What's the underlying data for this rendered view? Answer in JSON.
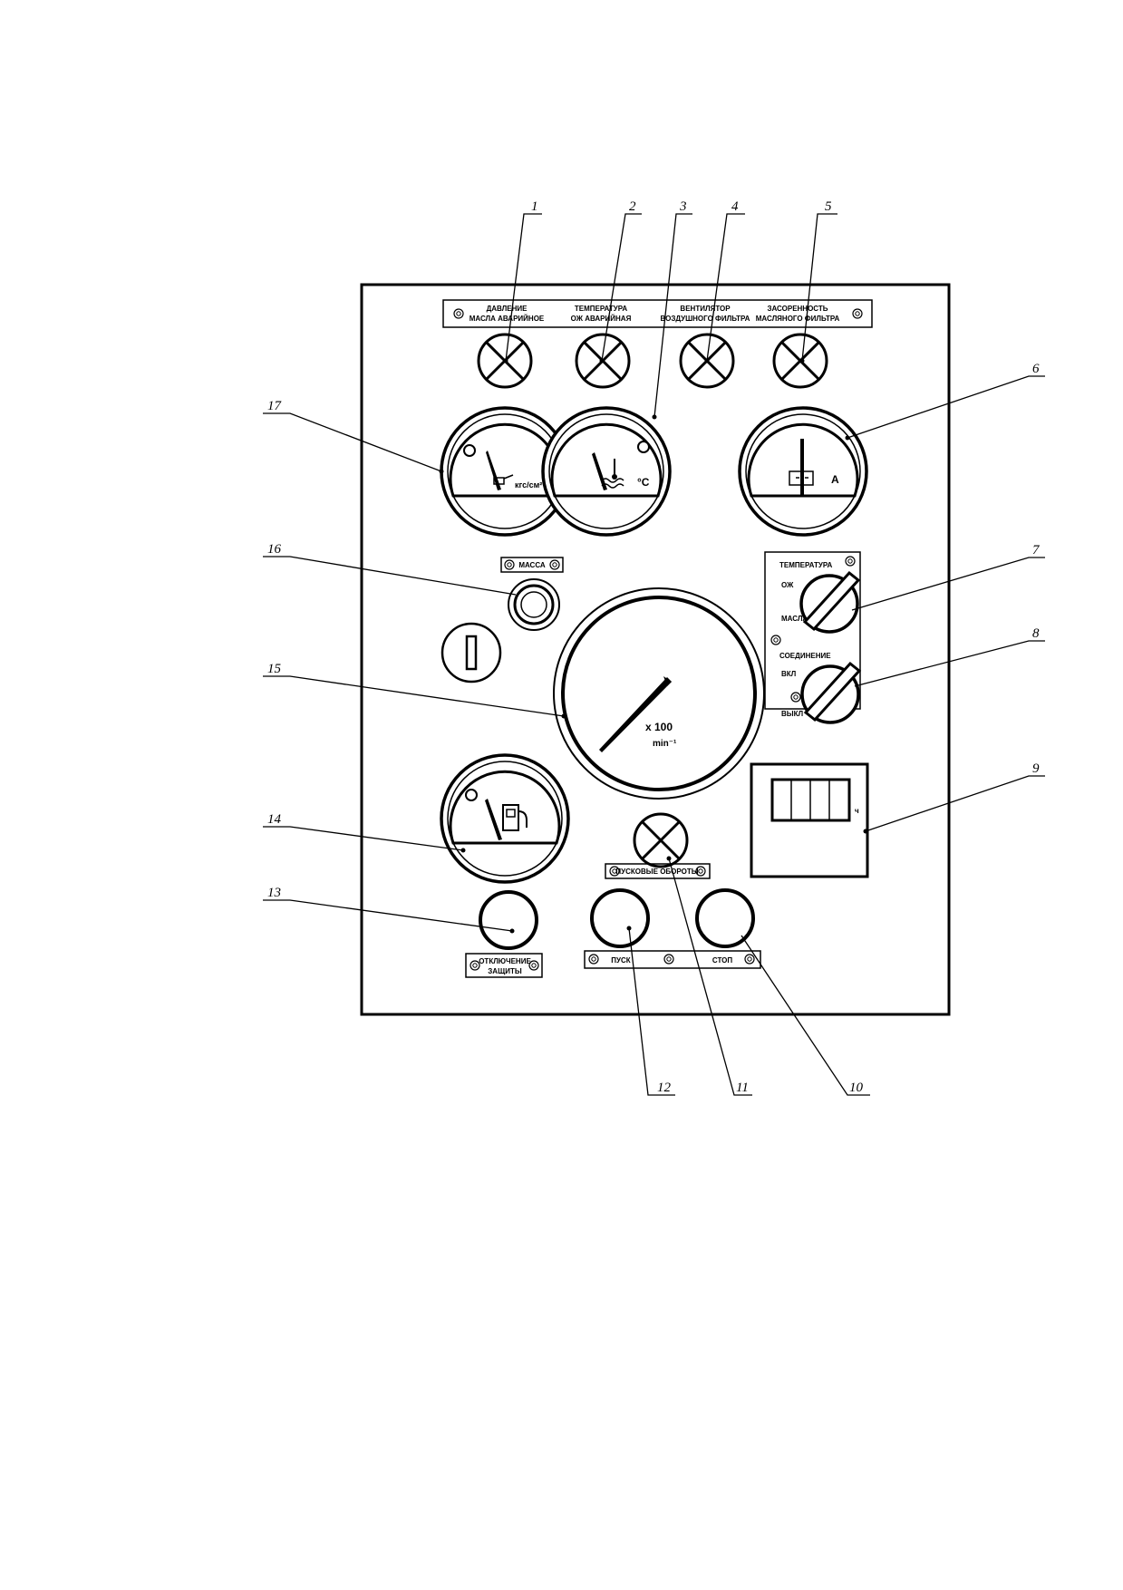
{
  "top_strip": {
    "label_1_line1": "ДАВЛЕНИЕ",
    "label_1_line2": "МАСЛА АВАРИЙНОЕ",
    "label_2_line1": "ТЕМПЕРАТУРА",
    "label_2_line2": "ОЖ АВАРИЙНАЯ",
    "label_3_line1": "ВЕНТИЛЯТОР",
    "label_3_line2": "ВОЗДУШНОГО ФИЛЬТРА",
    "label_4_line1": "ЗАСОРЕННОСТЬ",
    "label_4_line2": "МАСЛЯНОГО ФИЛЬТРА"
  },
  "gauges": {
    "oil_pressure_unit": "кгс/см²",
    "coolant_temp_unit": "°C",
    "ammeter_unit": "A",
    "tachometer_unit_line1": "x 100",
    "tachometer_unit_line2": "min⁻¹"
  },
  "labels": {
    "massa": "МАССА",
    "temp_switch_title": "ТЕМПЕРАТУРА",
    "temp_switch_oz": "ОЖ",
    "temp_switch_oil": "МАСЛА",
    "link_switch_title": "СОЕДИНЕНИЕ",
    "link_switch_on": "ВКЛ",
    "link_switch_off": "ВЫКЛ",
    "hour_meter_unit": "ч",
    "idle_speed": "ПУСКОВЫЕ ОБОРОТЫ",
    "protection_line1": "ОТКЛЮЧЕНИЕ",
    "protection_line2": "ЗАЩИТЫ",
    "start": "ПУСК",
    "stop": "СТОП"
  },
  "callouts": [
    "1",
    "2",
    "3",
    "4",
    "5",
    "6",
    "7",
    "8",
    "9",
    "10",
    "11",
    "12",
    "13",
    "14",
    "15",
    "16",
    "17"
  ],
  "colors": {
    "ink": "#000000",
    "paper": "#ffffff"
  }
}
